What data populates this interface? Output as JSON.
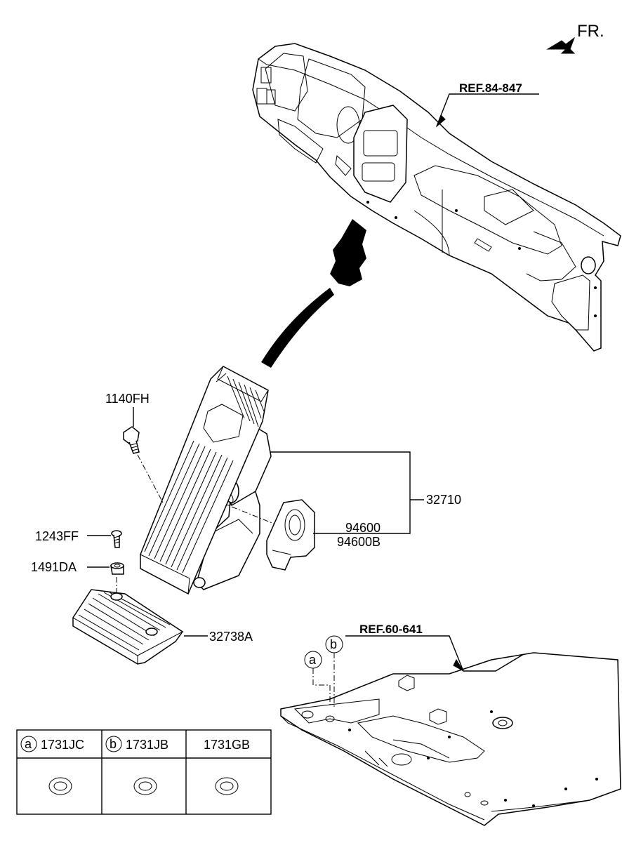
{
  "direction": {
    "label": "FR.",
    "icon": "arrow-front-icon"
  },
  "references": {
    "dashboard": "REF.84-847",
    "floor": "REF.60-641"
  },
  "callouts": {
    "bolt": "1140FH",
    "pedal_assembly": "32710",
    "sensor_line1": "94600",
    "sensor_line2": "94600B",
    "screw": "1243FF",
    "nut": "1491DA",
    "pedal_pad": "32738A"
  },
  "markers": {
    "a": "a",
    "b": "b"
  },
  "plug_table": {
    "columns": [
      {
        "marker": "a",
        "code": "1731JC"
      },
      {
        "marker": "b",
        "code": "1731JB"
      },
      {
        "marker": "",
        "code": "1731GB"
      }
    ]
  }
}
